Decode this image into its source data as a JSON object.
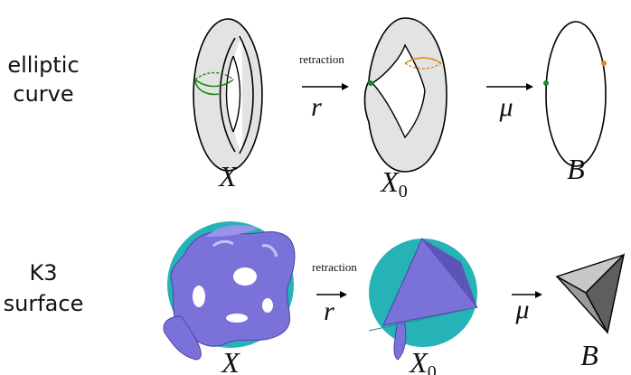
{
  "colors": {
    "torus_fill": "#e3e3e3",
    "outline": "#000000",
    "green_point": "#1a8a1a",
    "orange_point": "#e08a1a",
    "teal": "#26b3b8",
    "purple": "#7b72d9"
  },
  "row_elliptic": {
    "label_line1": "elliptic",
    "label_line2": "curve",
    "retraction_label": "retraction",
    "r_label": "r",
    "mu_label": "μ",
    "X_label": "X",
    "X0_base": "X",
    "X0_sub": "0",
    "B_label": "B"
  },
  "row_k3": {
    "label_line1": "K3",
    "label_line2": "surface",
    "retraction_label": "retraction",
    "r_label": "r",
    "mu_label": "μ",
    "X_label": "X",
    "X0_base": "X",
    "X0_sub": "0",
    "B_label": "B"
  }
}
